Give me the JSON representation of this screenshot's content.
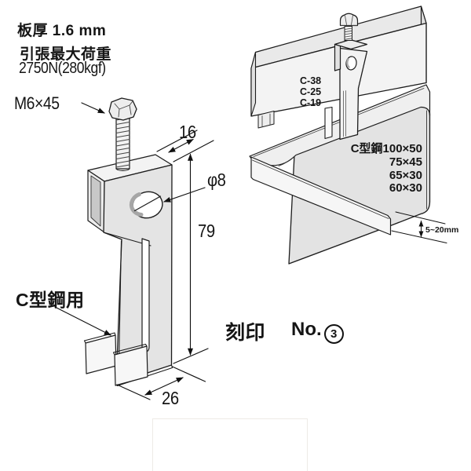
{
  "specs": {
    "plate_thickness": "板厚 1.6 mm",
    "max_load_label": "引張最大荷重",
    "max_load_value": "2750N(280kgf)"
  },
  "bolt": {
    "label": "M6×45"
  },
  "dims": {
    "depth": "16",
    "hole": "φ8",
    "height": "79",
    "width": "26"
  },
  "usage": {
    "label": "C型鋼用"
  },
  "assembly": {
    "rail_sizes": [
      "C-38",
      "C-25",
      "C-19"
    ],
    "channel_label": "C型鋼100×50",
    "channel_sizes": [
      "75×45",
      "65×30",
      "60×30"
    ],
    "gap": "5~20mm"
  },
  "stamp": {
    "label": "刻印",
    "prefix": "No.",
    "number": "3"
  },
  "colors": {
    "line": "#1c1c1c",
    "fill_light": "#f3f3f3",
    "fill_mid": "#e4e4e4",
    "fill_dark": "#c8c8c8"
  }
}
